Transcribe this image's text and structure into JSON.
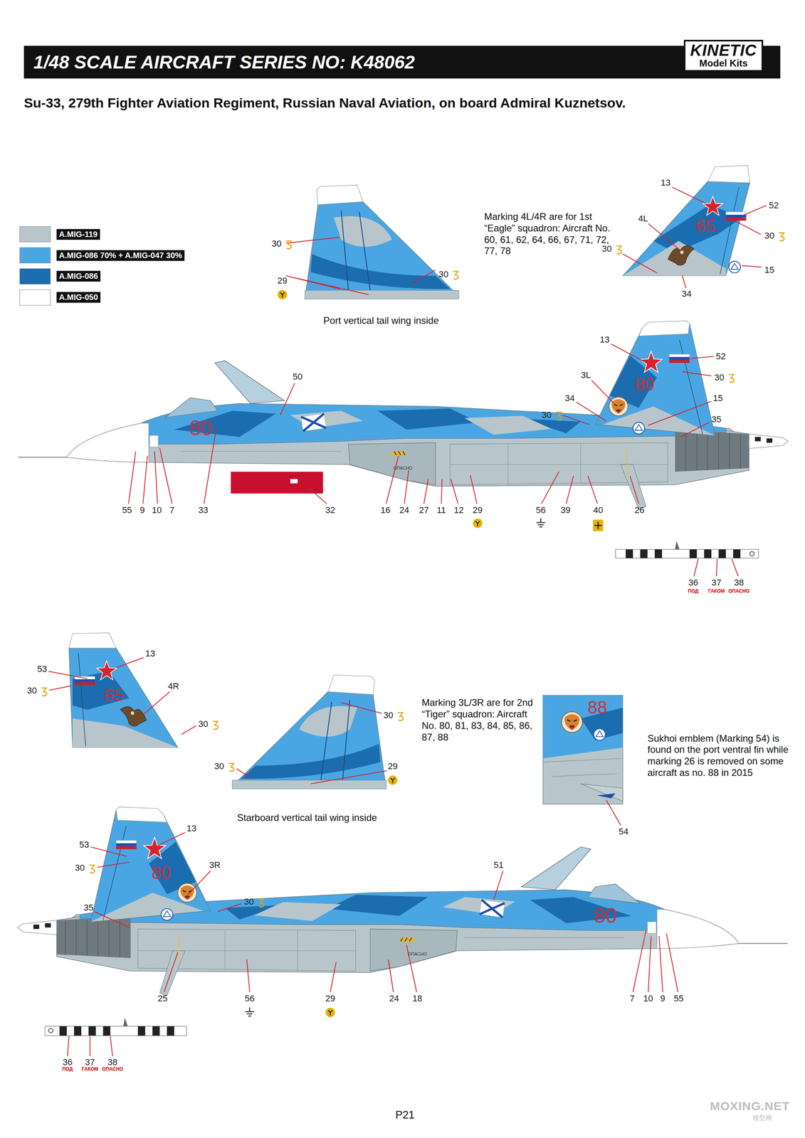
{
  "diagram": {
    "title": "1/48 SCALE AIRCRAFT SERIES NO: K48062",
    "nodes": [
      {
        "text": [
          "KINETIC",
          "Model Kits"
        ]
      }
    ],
    "labels": [
      "Su-33, 279th Fighter Aviation Regiment, Russian Naval Aviation, on board Admiral Kuznetsov.",
      "30",
      "29",
      "30",
      "Port vertical tail wing inside",
      "Marking 4L/4R are for 1st “Eagle” squadron: Aircraft No. 60, 61, 62, 64, 66, 67, 71, 72, 77, 78",
      "13",
      "52",
      "4L",
      "30",
      "30",
      "15",
      "34",
      "65",
      "13",
      "52",
      "3L",
      "30",
      "50",
      "34",
      "15",
      "30",
      "35",
      "80",
      "80",
      "ОПАСНО",
      "55",
      "9",
      "10",
      "7",
      "33",
      "32",
      "16",
      "24",
      "27",
      "11",
      "12",
      "29",
      "56",
      "39",
      "40",
      "26",
      "36",
      "37",
      "38",
      "ПОД",
      "ГАКОМ",
      "ОПАСНО",
      "13",
      "53",
      "4R",
      "30",
      "30",
      "65",
      "30",
      "30",
      "29",
      "Starboard vertical tail wing inside",
      "Marking 3L/3R are for 2nd “Tiger” squadron: Aircraft No. 80, 81, 83, 84, 85, 86, 87, 88",
      "88",
      "54",
      "Sukhoi emblem (Marking 54) is found on the port ventral fin while marking 26 is removed on some aircraft as no. 88 in 2015",
      "13",
      "53",
      "3R",
      "30",
      "30",
      "51",
      "35",
      "80",
      "80",
      "ОПАСНО",
      "25",
      "56",
      "29",
      "24",
      "18",
      "7",
      "10",
      "9",
      "55",
      "36",
      "37",
      "38",
      "ПОД",
      "ГАКОМ",
      "ОПАСНО",
      "P21",
      "MOXING.NET",
      "模型网"
    ],
    "legend": [
      {
        "text": "A.MIG-119",
        "color": "#b8c6cc"
      },
      {
        "text": "A.MIG-086 70% + A.MIG-047 30%",
        "color": "#4aa6e2"
      },
      {
        "text": "A.MIG-086",
        "color": "#1b6db0"
      },
      {
        "text": "A.MIG-050",
        "color": "#ffffff"
      }
    ]
  }
}
